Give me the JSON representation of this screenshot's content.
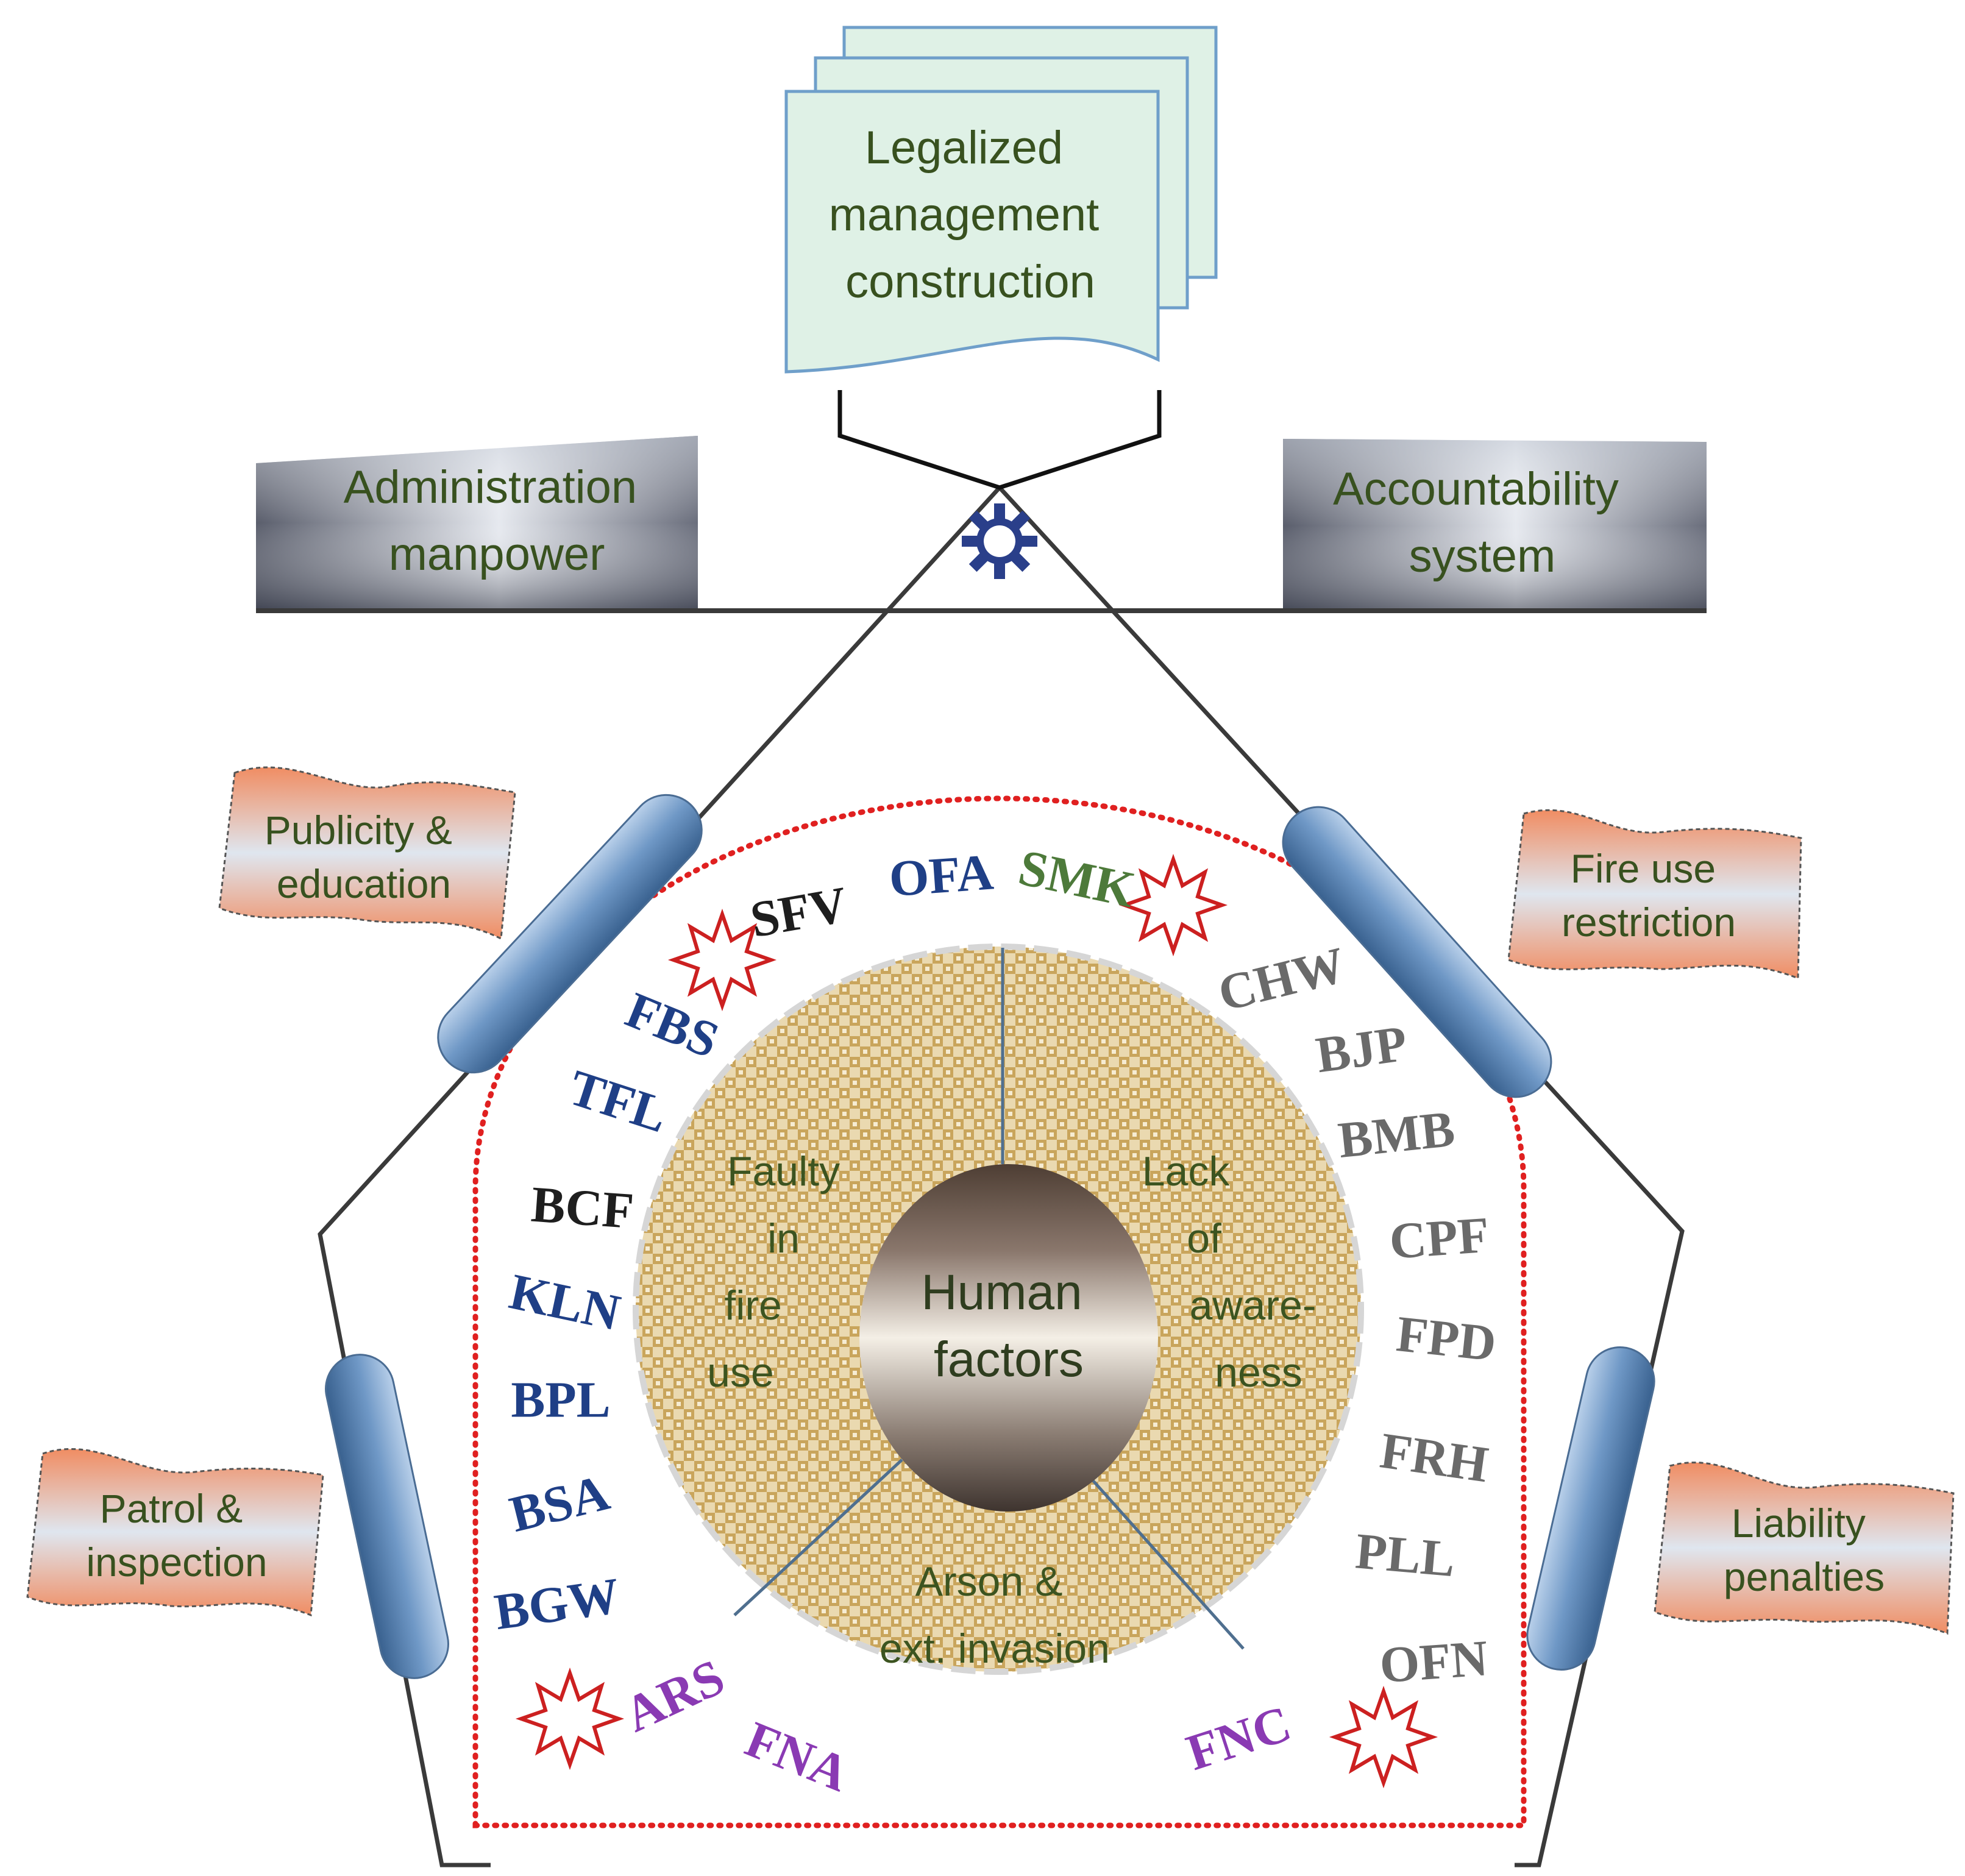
{
  "top_document": {
    "lines": [
      "Legalized",
      "management",
      "construction"
    ]
  },
  "beam": {
    "left": [
      "Administration",
      "manpower"
    ],
    "right": [
      "Accountability",
      "system"
    ]
  },
  "flags": {
    "upper_left": [
      "Publicity &",
      "education"
    ],
    "upper_right": [
      "Fire use",
      "restriction"
    ],
    "lower_left": [
      "Patrol &",
      "inspection"
    ],
    "lower_right": [
      "Liability",
      "penalties"
    ]
  },
  "center": [
    "Human",
    "factors"
  ],
  "sectors": {
    "faulty": [
      "Faulty",
      "in",
      "fire",
      "use"
    ],
    "lack": [
      "Lack",
      "of",
      "aware-",
      "ness"
    ],
    "arson": [
      "Arson &",
      "ext. invasion"
    ]
  },
  "codes": {
    "left_arc": [
      "SFV",
      "OFA",
      "FBS",
      "TFL",
      "BCF",
      "KLN",
      "BPL",
      "BSA",
      "BGW"
    ],
    "top_right": [
      "SMK"
    ],
    "right_arc": [
      "CHW",
      "BJP",
      "BMB",
      "CPF",
      "FPD",
      "FRH",
      "PLL",
      "OFN"
    ],
    "bottom": [
      "ARS",
      "FNA",
      "FNC"
    ]
  },
  "colors": {
    "label_text": "#38511f",
    "code_blue": "#1f3f86",
    "code_gray": "#6a6a6a",
    "code_green": "#4d7a3a",
    "code_purple": "#8a3ab3",
    "starburst": "#cc2020",
    "dotted_boundary": "#e02020",
    "document_fill": "#dff1e6",
    "flag_fill": "#f3a07a",
    "capsule_fill": "#7fa7cf"
  }
}
